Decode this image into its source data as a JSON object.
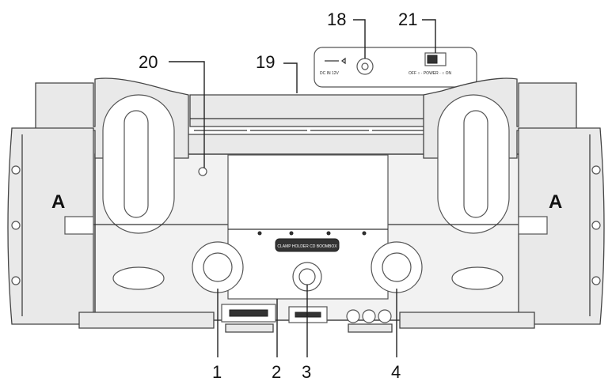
{
  "callouts": {
    "c1": "1",
    "c2": "2",
    "c3": "3",
    "c4": "4",
    "c18": "18",
    "c19": "19",
    "c20": "20",
    "c21": "21"
  },
  "side_labels": {
    "left": "A",
    "right": "A"
  },
  "inset_panel": {
    "dc_in": "DC IN 12V",
    "power_switch": "OFF ○ · POWER · ○ ON"
  },
  "logo_text": "CLAMP HOLDER CD BOOMBOX"
}
